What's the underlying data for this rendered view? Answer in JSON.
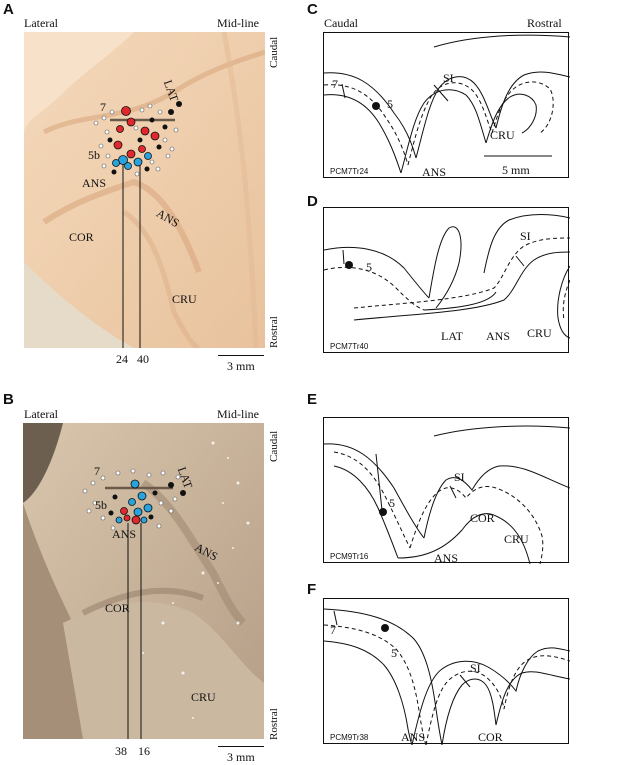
{
  "panels": {
    "A": {
      "letter": "A",
      "lateral": "Lateral",
      "midline": "Mid-line",
      "caudal": "Caudal",
      "rostral": "Rostral",
      "labels": {
        "lat": "LAT",
        "seven": "7",
        "fiveb": "5b",
        "ans1": "ANS",
        "ans2": "ANS",
        "cor": "COR",
        "cru": "CRU"
      },
      "ticks": [
        "24",
        "40"
      ],
      "scale": "3 mm"
    },
    "B": {
      "letter": "B",
      "lateral": "Lateral",
      "midline": "Mid-line",
      "caudal": "Caudal",
      "rostral": "Rostral",
      "labels": {
        "lat": "LAT",
        "seven": "7",
        "fiveb": "5b",
        "ans1": "ANS",
        "ans2": "ANS",
        "cor": "COR",
        "cru": "CRU"
      },
      "ticks": [
        "38",
        "16"
      ],
      "scale": "3 mm"
    },
    "C": {
      "letter": "C",
      "caudal": "Caudal",
      "rostral": "Rostral",
      "labels": {
        "seven": "7",
        "five": "5",
        "si": "SI",
        "cru": "CRU",
        "ans": "ANS"
      },
      "id": "PCM7Tr24",
      "scale": "5 mm"
    },
    "D": {
      "letter": "D",
      "labels": {
        "five": "5",
        "si": "SI",
        "lat": "LAT",
        "ans": "ANS",
        "cru": "CRU"
      },
      "id": "PCM7Tr40"
    },
    "E": {
      "letter": "E",
      "labels": {
        "five": "5",
        "si": "SI",
        "cor": "COR",
        "cru": "CRU",
        "ans": "ANS"
      },
      "id": "PCM9Tr16"
    },
    "F": {
      "letter": "F",
      "labels": {
        "seven": "7",
        "five": "5",
        "si": "SI",
        "ans": "ANS",
        "cor": "COR"
      },
      "id": "PCM9Tr38"
    }
  },
  "colors": {
    "red": "#e0282e",
    "blue": "#29a3dd",
    "black": "#111111",
    "tissue_a": "#ecc9a6",
    "tissue_b": "#c9b49b"
  }
}
